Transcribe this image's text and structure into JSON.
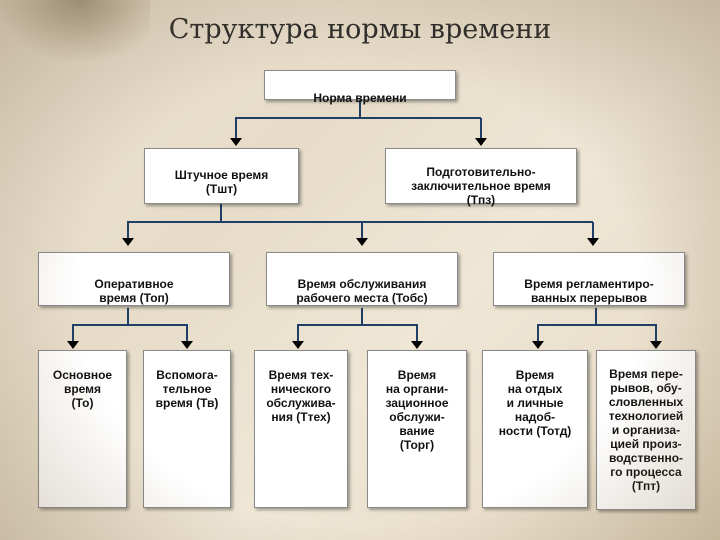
{
  "title": "Структура нормы времени",
  "colors": {
    "connector": "#1f3f66",
    "box_border": "#8a8a8a"
  },
  "boxes": {
    "root": "Норма времени",
    "piece_time": "Штучное время\n(Тшт)",
    "prep_final": "Подготовительно-\nзаключительное время\n(Тпз)",
    "operative": "Оперативное\nвремя (Топ)",
    "workplace_service": "Время обслуживания\nрабочего места (Тобс)",
    "regulated_breaks": "Время регламентиро-\nванных перерывов",
    "main_time": "Основное\nвремя\n(То)",
    "auxiliary_time": "Вспомога-\nтельное\nвремя (Тв)",
    "technical_service": "Время тех-\nнического\nобслужива-\nния (Ттех)",
    "organizational_service": "Время\nна органи-\nзационное\nобслужи-\nвание\n(Торг)",
    "rest_needs": "Время\nна отдых\nи личные\nнадоб-\nности (Тотд)",
    "tech_breaks": "Время пере-\nрывов, обу-\nсловленных\nтехнологией\nи организа-\nцией произ-\nводственно-\nго процесса\n(Тпт)"
  }
}
